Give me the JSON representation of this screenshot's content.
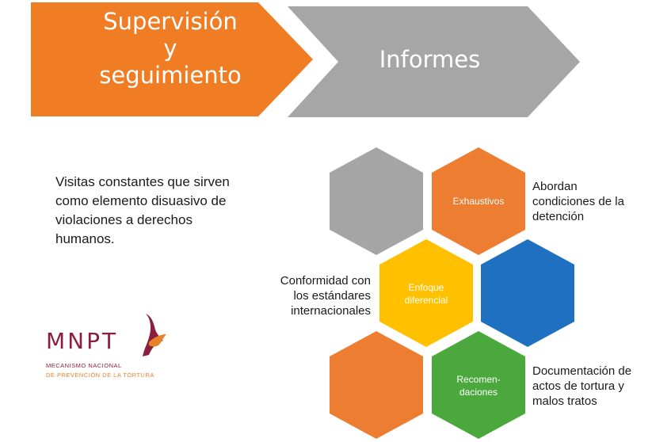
{
  "header": {
    "chevron_left": {
      "title": "Supervisión\ny\nseguimiento",
      "color": "#f07c24"
    },
    "chevron_right": {
      "title": "Informes",
      "color": "#a6a6a6"
    }
  },
  "left_text": "Visitas constantes que sirven como elemento disuasivo de violaciones a derechos humanos.",
  "hexagons": [
    {
      "name": "hex-gray",
      "label": "",
      "color": "#a5a5a5"
    },
    {
      "name": "hex-exhaustivos",
      "label": "Exhaustivos",
      "color": "#ed7d31"
    },
    {
      "name": "hex-enfoque",
      "label": "Enfoque\ndiferencial",
      "color": "#ffc000"
    },
    {
      "name": "hex-blue",
      "label": "",
      "color": "#1f70c1"
    },
    {
      "name": "hex-orange-bottom",
      "label": "",
      "color": "#ed7d31"
    },
    {
      "name": "hex-recomendaciones",
      "label": "Recomen-\ndaciones",
      "color": "#4aa83d"
    }
  ],
  "side_labels": {
    "exhaustivos": "Abordan\ncondiciones de la\ndetención",
    "enfoque": "Conformidad con\nlos estándares\ninternacionales",
    "recomendaciones": "Documentación de\nactos de tortura y\nmalos tratos"
  },
  "logo": {
    "letters": "MNPT",
    "line1": "MECANISMO NACIONAL",
    "line2": "DE PREVENCIÓN DE LA TORTURA",
    "primary_color": "#8a1f3d",
    "secondary_color": "#e8822a"
  }
}
